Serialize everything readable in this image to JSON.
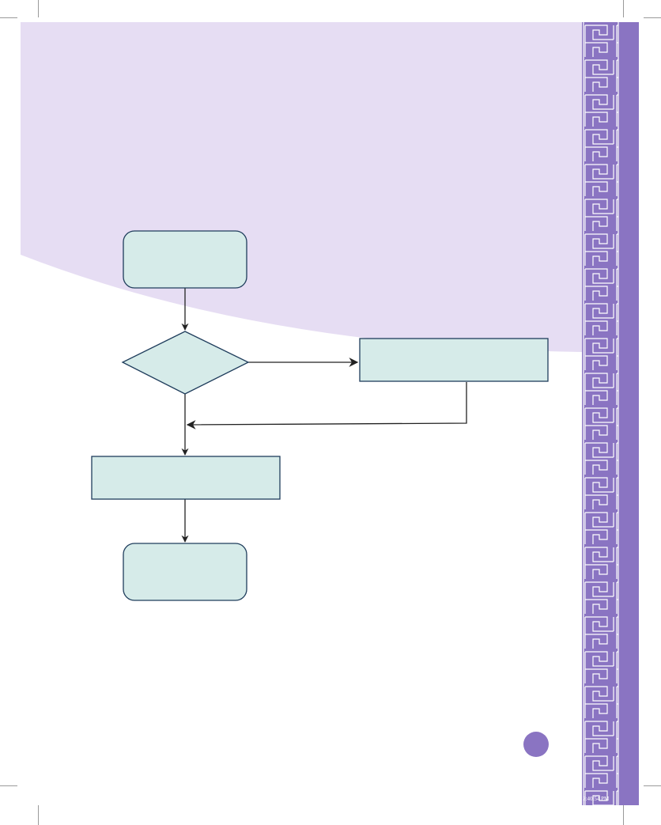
{
  "page": {
    "background": "#ffffff",
    "top_band_color": "#e6ddf3",
    "timestamp": "2:40:54 PM"
  },
  "sidebar": {
    "color": "#8a74c2",
    "pattern_color": "#ffffff",
    "pattern": "greek-key-border"
  },
  "page_marker": {
    "color": "#8a74c2",
    "shape": "circle"
  },
  "flowchart": {
    "node_fill": "#d6ebe9",
    "node_stroke": "#1f3d5c",
    "edge_color": "#222222",
    "nodes": [
      {
        "id": "start",
        "shape": "terminator",
        "label": ""
      },
      {
        "id": "decision",
        "shape": "diamond",
        "label": ""
      },
      {
        "id": "side-process",
        "shape": "process",
        "label": ""
      },
      {
        "id": "main-process",
        "shape": "process",
        "label": ""
      },
      {
        "id": "end",
        "shape": "terminator",
        "label": ""
      }
    ],
    "edges": [
      {
        "from": "start",
        "to": "decision"
      },
      {
        "from": "decision",
        "to": "side-process"
      },
      {
        "from": "side-process",
        "to": "main-flow"
      },
      {
        "from": "decision",
        "to": "main-process"
      },
      {
        "from": "main-process",
        "to": "end"
      }
    ]
  }
}
